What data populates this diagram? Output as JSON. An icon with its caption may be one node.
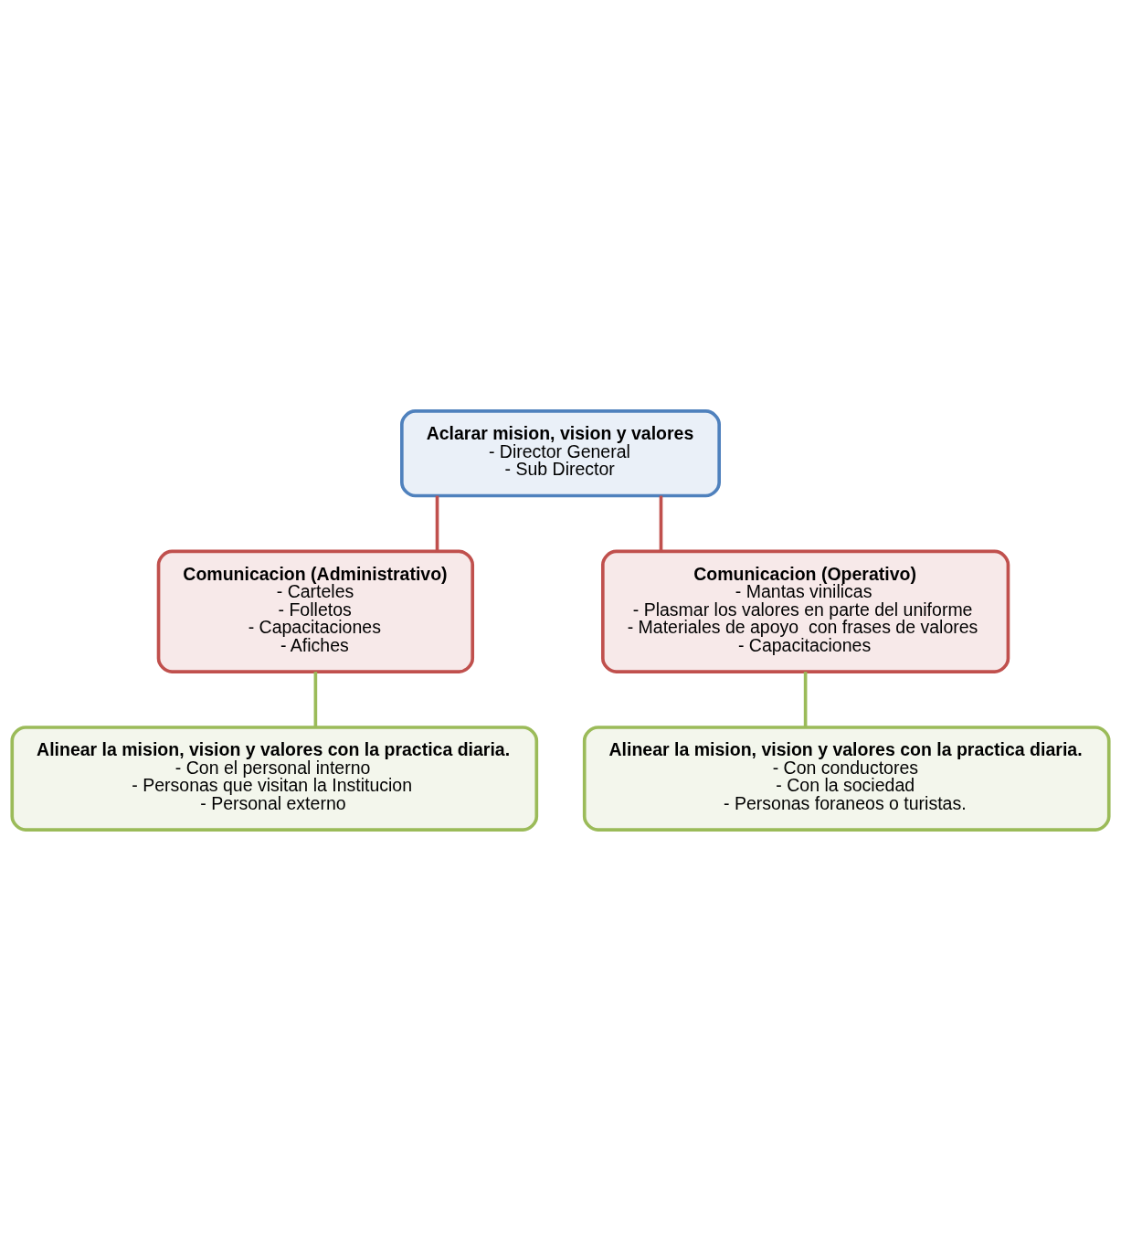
{
  "diagram": {
    "nodes": [
      {
        "text": [
          "Aclarar mision, vision y valores",
          "- Director General",
          "- Sub Director"
        ]
      },
      {
        "text": [
          "Comunicacion (Administrativo)",
          "- Carteles",
          "- Folletos",
          "- Capacitaciones",
          "- Afiches"
        ]
      },
      {
        "text": [
          "Comunicacion (Operativo)",
          "- Mantas vinilicas",
          "- Plasmar los valores en parte del uniforme",
          "- Materiales de apoyo  con frases de valores",
          "- Capacitaciones"
        ]
      },
      {
        "text": [
          "Alinear la mision, vision y valores con la practica diaria.",
          "- Con el personal interno",
          "- Personas que visitan la Institucion",
          "- Personal externo"
        ]
      },
      {
        "text": [
          "Alinear la mision, vision y valores con la practica diaria.",
          "- Con conductores",
          "- Con la sociedad",
          "- Personas foraneos o turistas."
        ]
      }
    ],
    "edges": [
      {
        "from": 0,
        "to": 1,
        "arrow": "none",
        "color": "#c0504d"
      },
      {
        "from": 0,
        "to": 2,
        "arrow": "none",
        "color": "#c0504d"
      },
      {
        "from": 1,
        "to": 3,
        "arrow": "none",
        "color": "#9bbb59"
      },
      {
        "from": 2,
        "to": 4,
        "arrow": "none",
        "color": "#9bbb59"
      }
    ]
  }
}
